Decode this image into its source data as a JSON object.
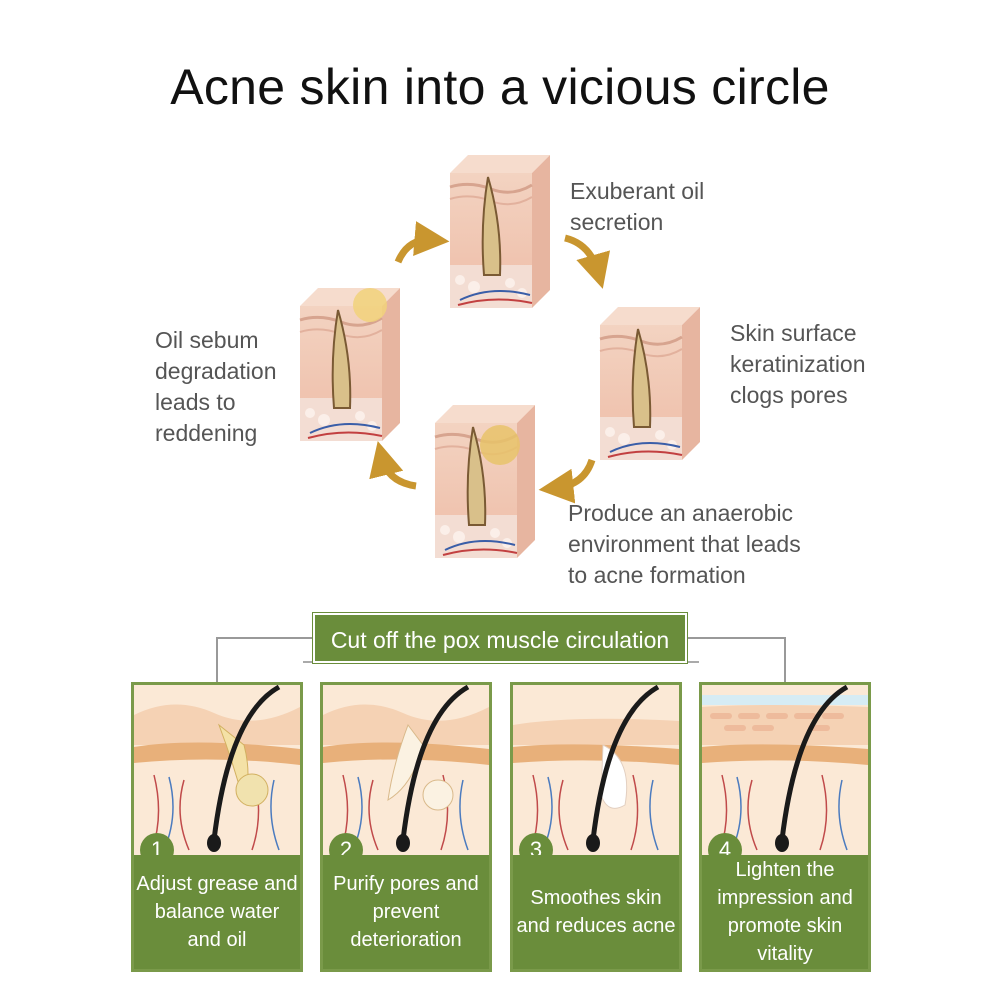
{
  "title": "Acne skin into a vicious circle",
  "cycle": {
    "top": "Exuberant oil\nsecretion",
    "right": "Skin surface\nkeratinization\nclogs pores",
    "bottom": "Produce an anaerobic\nenvironment that leads\nto acne formation",
    "left": "Oil sebum\ndegradation\nleads to\nreddening"
  },
  "banner": "Cut off the pox muscle circulation",
  "steps": [
    {
      "num": "1",
      "text": "Adjust grease and\nbalance water\nand oil"
    },
    {
      "num": "2",
      "text": "Purify pores and\nprevent\ndeterioration"
    },
    {
      "num": "3",
      "text": "Smoothes skin\nand reduces acne"
    },
    {
      "num": "4",
      "text": "Lighten the\nimpression and\npromote skin\nvitality"
    }
  ],
  "colors": {
    "accent": "#6a8d3b",
    "arrow": "#c9962f",
    "skin": "#f0c9b6"
  }
}
